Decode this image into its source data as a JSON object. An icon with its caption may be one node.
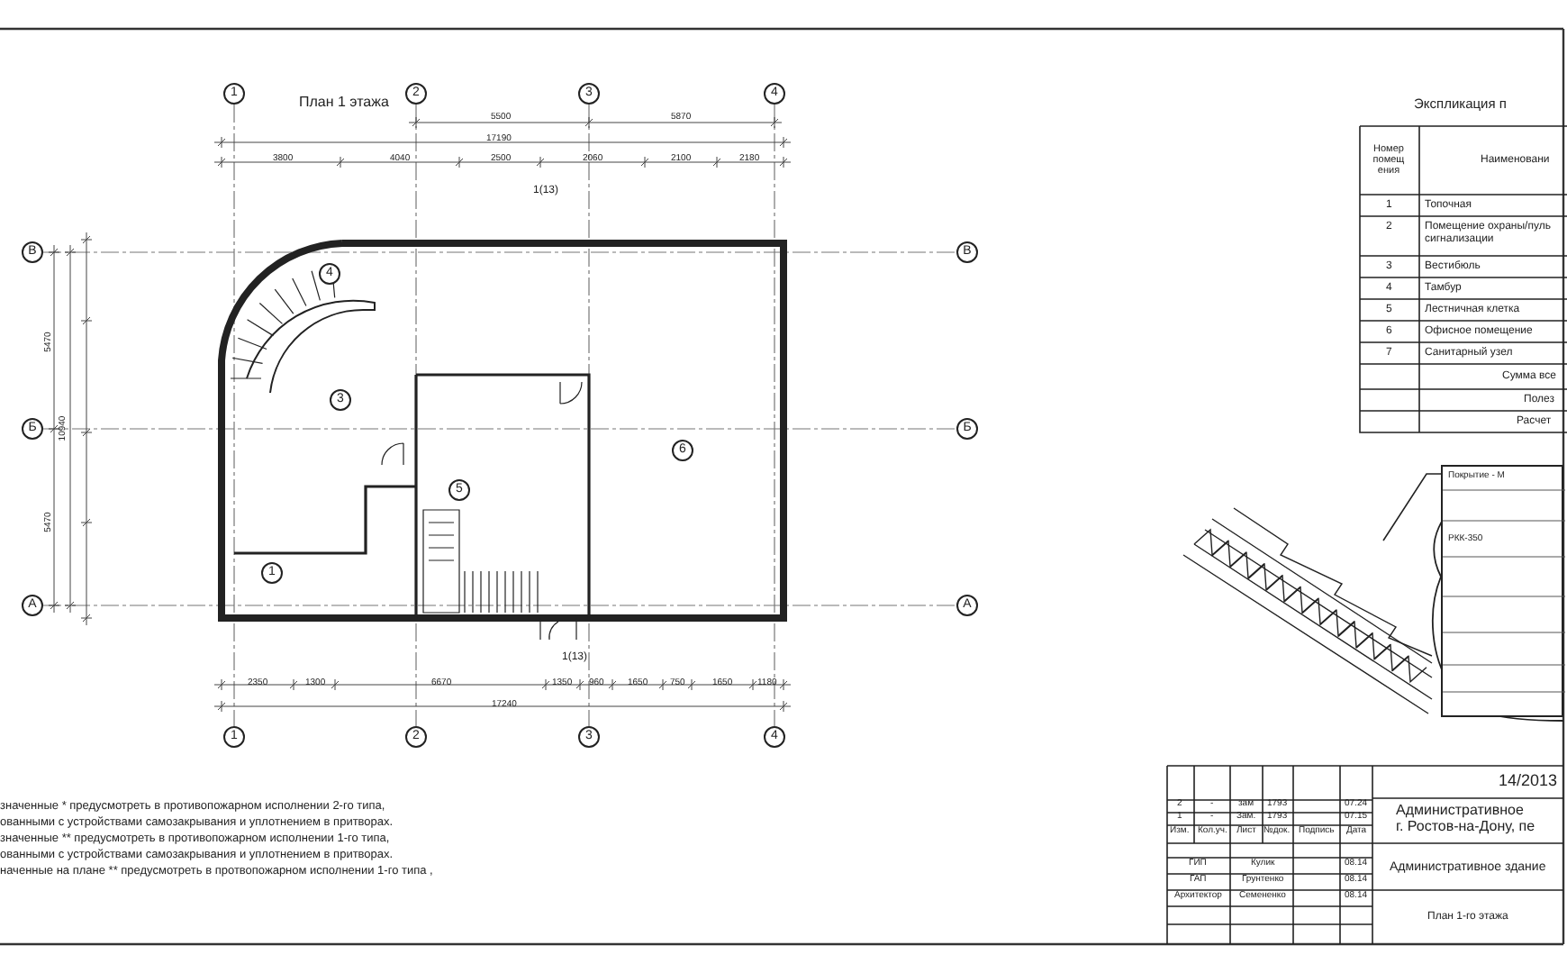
{
  "diagram": {
    "title": "План 1 этажа",
    "nodes": [
      {
        "text": [
          "4"
        ]
      },
      {
        "text": [
          "3"
        ]
      },
      {
        "text": [
          "6"
        ]
      },
      {
        "text": [
          "5"
        ]
      },
      {
        "text": [
          "1"
        ]
      },
      {
        "text": [
          "1"
        ]
      },
      {
        "text": [
          "2"
        ]
      },
      {
        "text": [
          "3"
        ]
      },
      {
        "text": [
          "4"
        ]
      },
      {
        "text": [
          "В"
        ]
      },
      {
        "text": [
          "В"
        ]
      },
      {
        "text": [
          "Б"
        ]
      },
      {
        "text": [
          "Б"
        ]
      },
      {
        "text": [
          "А"
        ]
      },
      {
        "text": [
          "А"
        ]
      },
      {
        "text": [
          "1"
        ]
      },
      {
        "text": [
          "2"
        ]
      },
      {
        "text": [
          "3"
        ]
      },
      {
        "text": [
          "4"
        ]
      },
      {
        "text": [
          "Покрытие - М",
          "РКК-350"
        ]
      },
      {
        "text": [],
        "shape": "picture"
      }
    ],
    "edges": [
      {
        "from": 19,
        "to": 20,
        "arrow": "none"
      }
    ],
    "labels": [
      "1(13)",
      "1(13)",
      "5500",
      "5870",
      "17190",
      "3800",
      "4040",
      "2500",
      "2060",
      "2100",
      "2180",
      "2350",
      "1300",
      "6670",
      "1350",
      "960",
      "1650",
      "750",
      "1650",
      "1180",
      "17240",
      "5470",
      "10940",
      "5470",
      "Экспликация п",
      "Номер помещ ения",
      "Наименовани",
      "1",
      "Топочная",
      "2",
      "Помещение охраны/пуль сигнализации",
      "3",
      "Вестибюль",
      "4",
      "Тамбур",
      "5",
      "Лестничная клетка",
      "6",
      "Офисное помещение",
      "7",
      "Санитарный узел",
      "Сумма все",
      "Полез",
      "Расчет",
      "значенные * предусмотреть в противопожарном исполнении 2-го типа,",
      "ованными с устройствами самозакрывания и уплотнением в притворах.",
      "значенные ** предусмотреть в противопожарном исполнении 1-го типа,",
      "ованными с устройствами самозакрывания и уплотнением в притворах.",
      "наченные на плане ** предусмотреть в протвопожарном исполнении 1-го типа ,",
      "14/2013",
      "Административное",
      "г. Ростов-на-Дону, пе",
      "2",
      "-",
      "зам",
      "1793",
      "07.24",
      "1",
      "-",
      "Зам.",
      "1793",
      "07.15",
      "Изм.",
      "Кол.уч.",
      "Лист",
      "№док.",
      "Подпись",
      "Дата",
      "ГИП",
      "Кулик",
      "08.14",
      "ГАП",
      "Грунтенко",
      "08.14",
      "Архитектор",
      "Семененко",
      "08.14",
      "Административное здание",
      "План 1-го этажа"
    ]
  }
}
